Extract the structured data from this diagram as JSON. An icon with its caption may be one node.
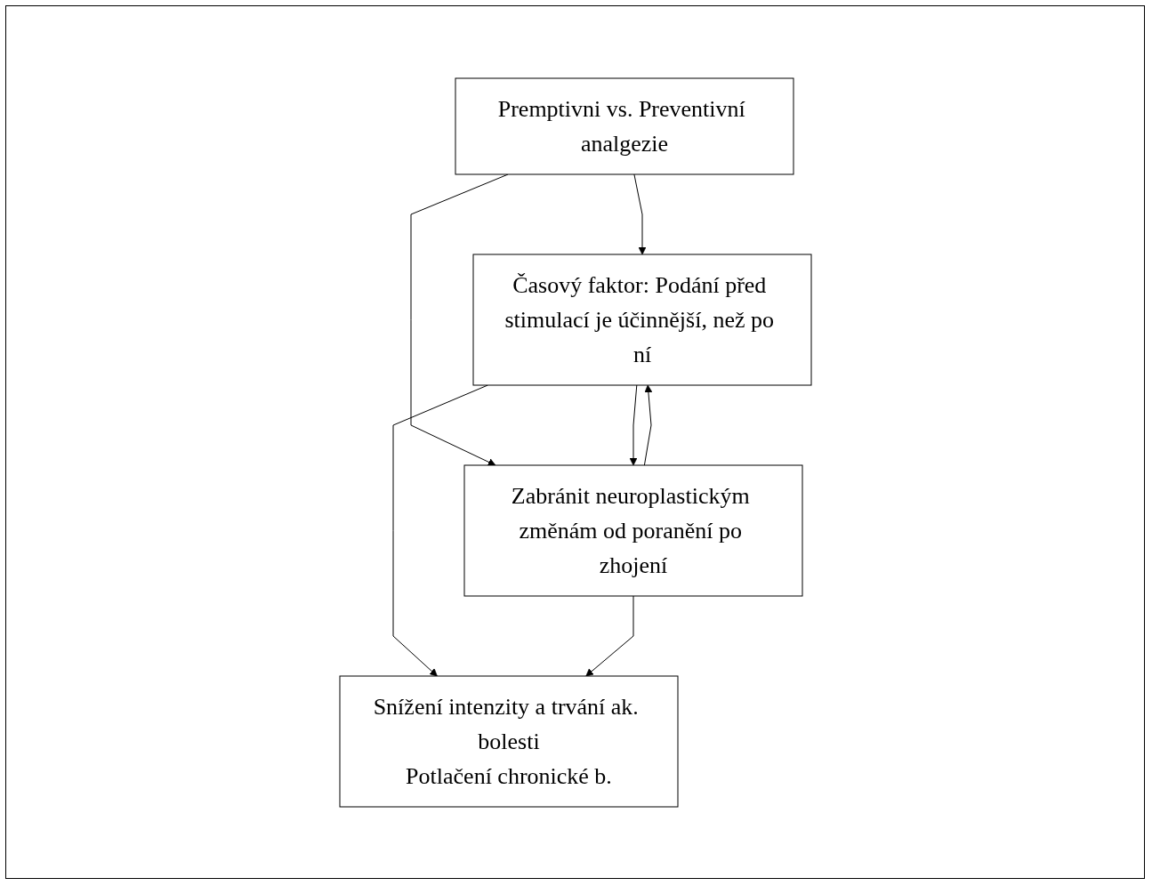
{
  "diagram": {
    "nodes": [
      {
        "text": [
          "Premptivni vs. Preventivní analgezie"
        ]
      },
      {
        "text": [
          "Časový faktor: Podání před stimulací je účinnější, než po ní"
        ]
      },
      {
        "text": [
          "Zabránit neuroplastickým změnám od poranění po zhojení"
        ]
      },
      {
        "text": [
          "Snížení intenzity a trvání ak. bolesti",
          "Potlačení chronické b."
        ]
      }
    ],
    "edges": [
      {
        "from": 0,
        "to": 1,
        "arrow": "to"
      },
      {
        "from": 0,
        "to": 2,
        "arrow": "to"
      },
      {
        "from": 2,
        "to": 1,
        "arrow": "to"
      },
      {
        "from": 1,
        "to": 2,
        "arrow": "to"
      },
      {
        "from": 1,
        "to": 3,
        "arrow": "to"
      },
      {
        "from": 2,
        "to": 3,
        "arrow": "to"
      }
    ]
  }
}
